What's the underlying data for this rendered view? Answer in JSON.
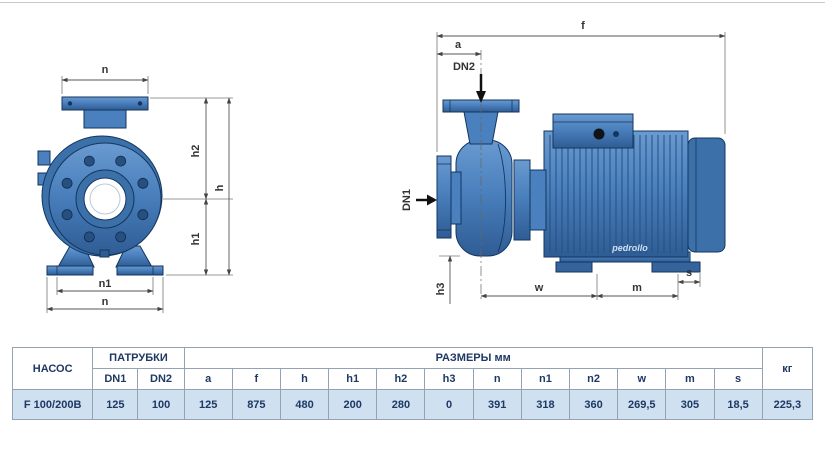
{
  "drawing": {
    "front": {
      "dim_n_top": "n",
      "dim_h2": "h2",
      "dim_h": "h",
      "dim_h1": "h1",
      "dim_n1": "n1",
      "dim_n_bottom": "n"
    },
    "side": {
      "dim_f": "f",
      "dim_a": "a",
      "dim_dn2": "DN2",
      "dim_dn1": "DN1",
      "dim_h3": "h3",
      "dim_w": "w",
      "dim_m": "m",
      "dim_s": "s",
      "brand": "pedrollo"
    },
    "colors": {
      "pump_blue": "#4a80bd",
      "pump_dark": "#2f5c94",
      "outline": "#13365f"
    }
  },
  "table": {
    "header_pump": "НАСОС",
    "header_ports": "ПАТРУБКИ",
    "header_dims": "РАЗМЕРЫ мм",
    "header_weight": "кг",
    "subheaders": [
      "DN1",
      "DN2",
      "a",
      "f",
      "h",
      "h1",
      "h2",
      "h3",
      "n",
      "n1",
      "n2",
      "w",
      "m",
      "s"
    ],
    "row": [
      "F 100/200B",
      "125",
      "100",
      "125",
      "875",
      "480",
      "200",
      "280",
      "0",
      "391",
      "318",
      "360",
      "269,5",
      "305",
      "18,5",
      "225,3"
    ],
    "row_bg": "#cfe0f1"
  }
}
